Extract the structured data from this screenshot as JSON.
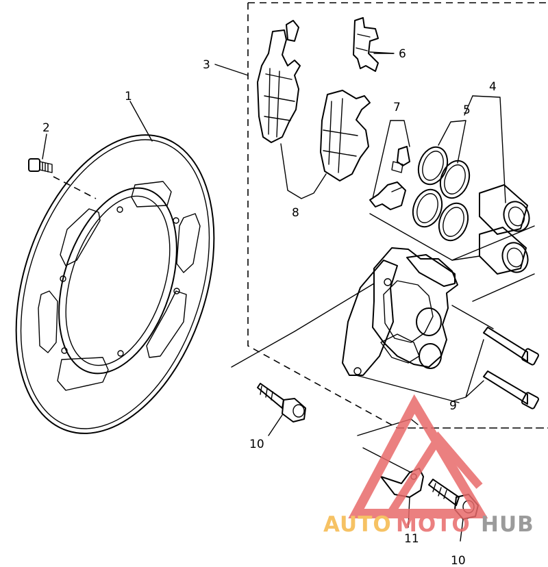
{
  "callouts": [
    {
      "id": "1",
      "text": "1"
    },
    {
      "id": "2",
      "text": "2"
    },
    {
      "id": "3",
      "text": "3"
    },
    {
      "id": "4",
      "text": "4"
    },
    {
      "id": "5",
      "text": "5"
    },
    {
      "id": "6",
      "text": "6"
    },
    {
      "id": "7",
      "text": "7"
    },
    {
      "id": "8",
      "text": "8"
    },
    {
      "id": "9",
      "text": "9"
    },
    {
      "id": "10a",
      "text": "10"
    },
    {
      "id": "10b",
      "text": "10"
    },
    {
      "id": "11",
      "text": "11"
    }
  ],
  "watermark": {
    "part1": "AUTO",
    "part2": "MOTO",
    "part3": "HUB",
    "color_orange": "#f5b84a",
    "color_red": "#e86a6a",
    "color_gray": "#8a8a8a"
  }
}
